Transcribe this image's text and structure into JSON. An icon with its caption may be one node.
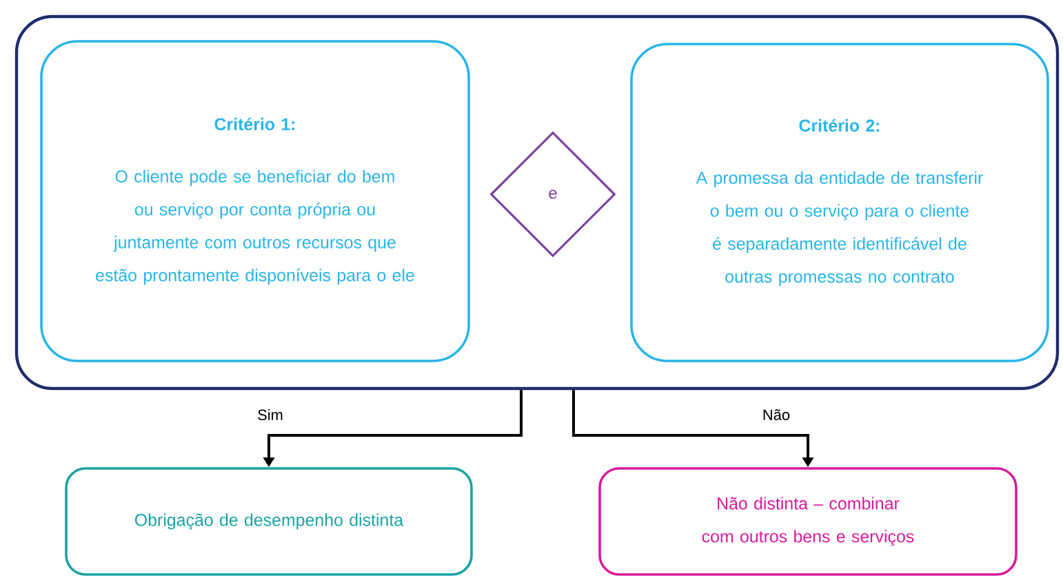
{
  "diagram": {
    "nodes": [
      {
        "text": [],
        "shape": "box"
      },
      {
        "text": [
          "Critério 1:",
          "O cliente pode se beneficiar do bem ou serviço por conta própria ou juntamente com outros recursos que estão prontamente disponíveis para o ele"
        ],
        "in": 0
      },
      {
        "text": [
          "e"
        ],
        "in": 0
      },
      {
        "text": [
          "Critério 2:",
          "A promessa da entidade de transferir o bem ou o serviço para o cliente é separadamente identificável de outras promessas no contrato"
        ],
        "in": 0
      },
      {
        "text": [
          "Obrigação de desempenho distinta"
        ]
      },
      {
        "text": [
          "Não distinta – combinar com outros bens e serviços"
        ]
      }
    ],
    "edges": [
      {
        "from": 0,
        "to": 4,
        "arrow": "to",
        "label": "Sim"
      },
      {
        "from": 0,
        "to": 5,
        "arrow": "to",
        "label": "Não"
      }
    ]
  }
}
